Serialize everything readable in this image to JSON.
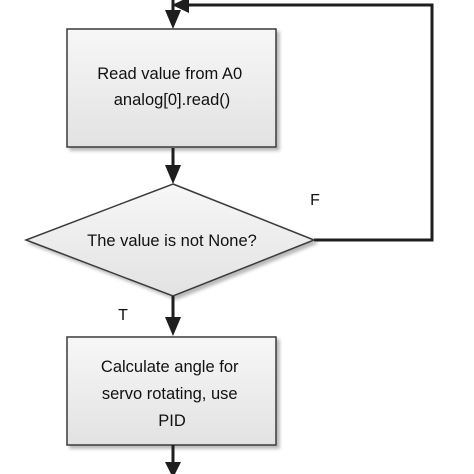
{
  "diagram": {
    "type": "flowchart",
    "colors": {
      "box_fill_light": "#f7f7f7",
      "box_fill_dark": "#e2e2e2",
      "stroke": "#3a3a3a",
      "connector": "#1e1e1e",
      "text": "#111111"
    },
    "nodes": {
      "read_box": {
        "shape": "rectangle",
        "line1": "Read value from A0",
        "line2": "analog[0].read()"
      },
      "decision": {
        "shape": "diamond",
        "text": "The value is not None?"
      },
      "calc_box": {
        "shape": "rectangle",
        "line1": "Calculate angle for",
        "line2": "servo rotating, use",
        "line3": "PID"
      }
    },
    "edges": {
      "false_label": "F",
      "true_label": "T"
    }
  }
}
